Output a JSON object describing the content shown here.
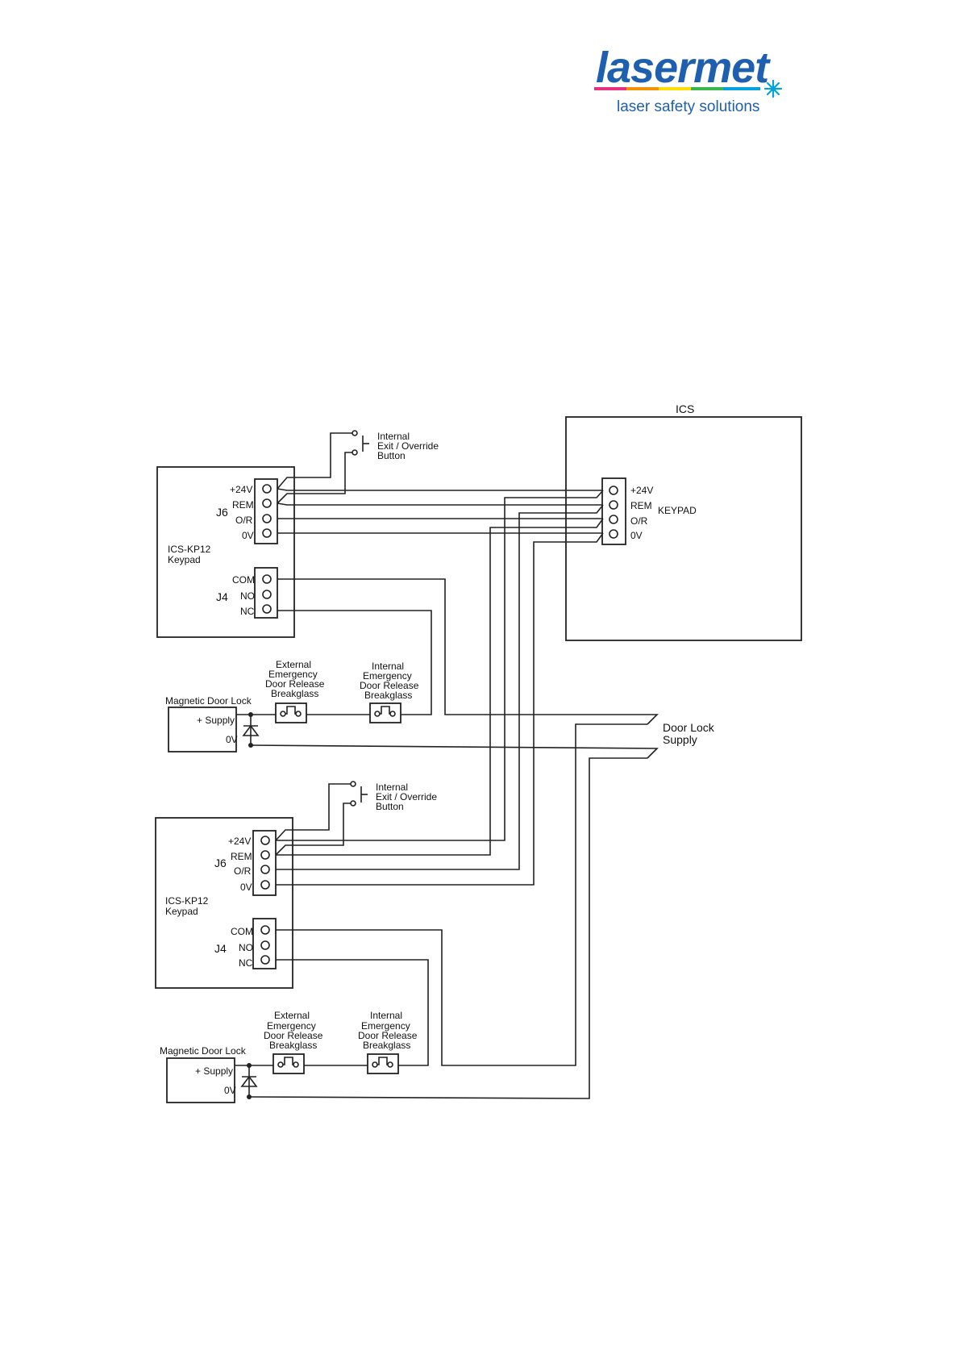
{
  "logo": {
    "brand": "lasermet",
    "tagline": "laser safety solutions",
    "colors": {
      "brand_blue": "#1f5fb0",
      "rainbow": [
        "#e8317d",
        "#f39200",
        "#ffdd00",
        "#39b54a",
        "#00a3e0"
      ]
    }
  },
  "ics": {
    "title": "ICS",
    "terminals": [
      "+24V",
      "REM",
      "O/R",
      "0V"
    ],
    "connector_label": "KEYPAD"
  },
  "keypads": [
    {
      "name_line1": "ICS-KP12",
      "name_line2": "Keypad",
      "j6": {
        "label": "J6",
        "terminals": [
          "+24V",
          "REM",
          "O/R",
          "0V"
        ]
      },
      "j4": {
        "label": "J4",
        "terminals": [
          "COM",
          "NO",
          "NC"
        ]
      },
      "button": [
        "Internal",
        "Exit / Override",
        "Button"
      ],
      "external_breakglass": [
        "External",
        "Emergency",
        "Door Release",
        "Breakglass"
      ],
      "internal_breakglass": [
        "Internal",
        "Emergency",
        "Door Release",
        "Breakglass"
      ],
      "door_lock": {
        "title": "Magnetic Door Lock",
        "supply": "+ Supply",
        "zero": "0V"
      }
    },
    {
      "name_line1": "ICS-KP12",
      "name_line2": "Keypad",
      "j6": {
        "label": "J6",
        "terminals": [
          "+24V",
          "REM",
          "O/R",
          "0V"
        ]
      },
      "j4": {
        "label": "J4",
        "terminals": [
          "COM",
          "NO",
          "NC"
        ]
      },
      "button": [
        "Internal",
        "Exit / Override",
        "Button"
      ],
      "external_breakglass": [
        "External",
        "Emergency",
        "Door Release",
        "Breakglass"
      ],
      "internal_breakglass": [
        "Internal",
        "Emergency",
        "Door Release",
        "Breakglass"
      ],
      "door_lock": {
        "title": "Magnetic Door Lock",
        "supply": "+ Supply",
        "zero": "0V"
      }
    }
  ],
  "door_lock_supply": [
    "Door Lock",
    "Supply"
  ]
}
